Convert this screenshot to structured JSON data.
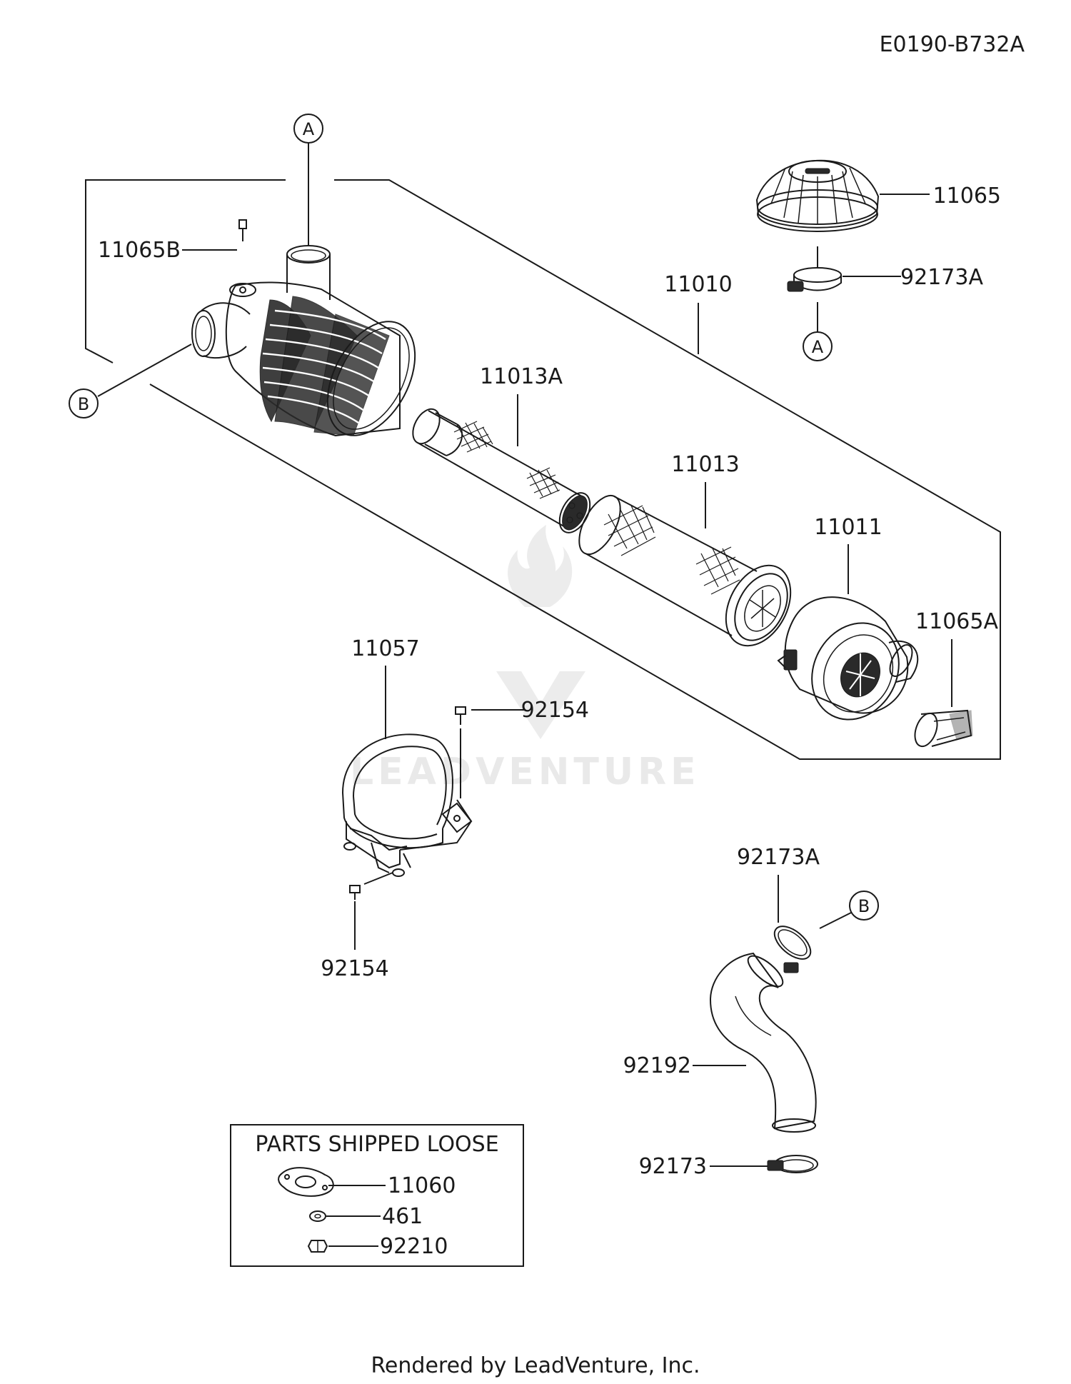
{
  "diagram_code": "E0190-B732A",
  "footer": "Rendered by LeadVenture, Inc.",
  "watermark": "LEADVENTURE",
  "callouts": {
    "a": "A",
    "b": "B"
  },
  "parts": {
    "p11065": "11065",
    "p92173A_top": "92173A",
    "p11010": "11010",
    "p11065B": "11065B",
    "p11013A": "11013A",
    "p11013": "11013",
    "p11011": "11011",
    "p11065A": "11065A",
    "p11057": "11057",
    "p92154_a": "92154",
    "p92154_b": "92154",
    "p92173A_bottom": "92173A",
    "p92192": "92192",
    "p92173": "92173"
  },
  "loose_box": {
    "title": "PARTS SHIPPED LOOSE",
    "p11060": "11060",
    "p461": "461",
    "p92210": "92210"
  }
}
